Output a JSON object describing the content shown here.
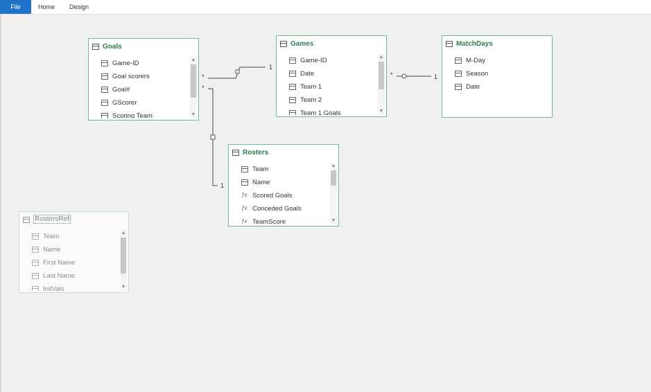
{
  "ribbon": {
    "tabs": [
      {
        "label": "File"
      },
      {
        "label": "Home"
      },
      {
        "label": "Design"
      }
    ]
  },
  "tables": {
    "goals": {
      "title": "Goals",
      "fields": [
        "Game-ID",
        "Goal scorers",
        "Goal#",
        "GScorer",
        "Scoring Team"
      ]
    },
    "games": {
      "title": "Games",
      "fields": [
        "Game-ID",
        "Date",
        "Team 1",
        "Team 2",
        "Team 1 Goals"
      ]
    },
    "matchdays": {
      "title": "MatchDays",
      "fields": [
        "M-Day",
        "Season",
        "Date"
      ]
    },
    "rosters": {
      "title": "Rosters",
      "fields": [
        "Team",
        "Name",
        "Scored Goals",
        "Conceded Goals",
        "TeamScore"
      ]
    },
    "rostersref": {
      "title": "RostersRef",
      "fields": [
        "Team",
        "Name",
        "First Name",
        "Last Name",
        "InitVals"
      ]
    }
  },
  "relationships": {
    "many_symbol": "*",
    "one_symbol": "1"
  },
  "colors": {
    "accent": "#1f74c9",
    "table_border": "#6fb897",
    "table_title": "#2e7d4f"
  }
}
